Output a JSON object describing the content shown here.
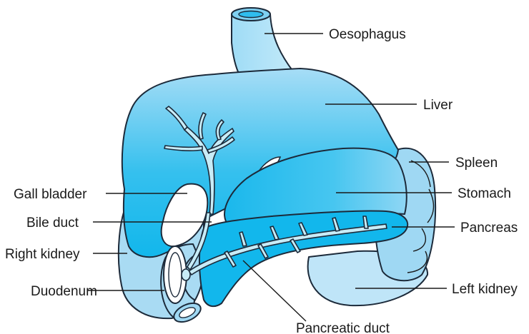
{
  "colors": {
    "light": "#b9e2f6",
    "mid": "#8fd3f2",
    "bright": "#12b7ec",
    "duct": "#c8ecf7",
    "outline": "#1c2a3a"
  },
  "labels": {
    "oesophagus": "Oesophagus",
    "liver": "Liver",
    "spleen": "Spleen",
    "gall_bladder": "Gall bladder",
    "stomach": "Stomach",
    "bile_duct": "Bile duct",
    "pancreas": "Pancreas",
    "right_kidney": "Right kidney",
    "duodenum": "Duodenum",
    "left_kidney": "Left kidney",
    "pancreatic_duct": "Pancreatic duct"
  }
}
